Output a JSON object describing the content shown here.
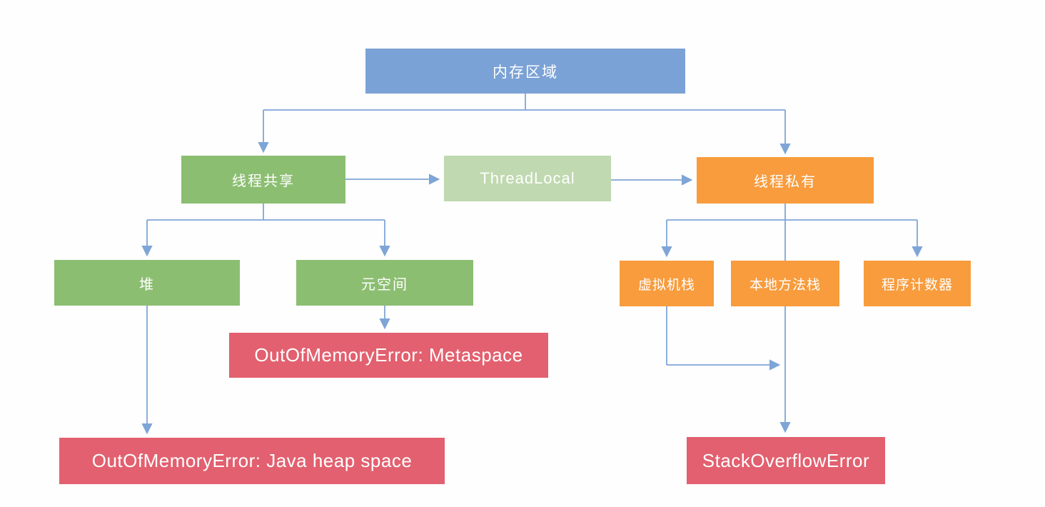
{
  "diagram": {
    "type": "flowchart",
    "connector_color": "#7fa5d7",
    "palette": {
      "blue": "#7ba2d6",
      "green": "#8cbe72",
      "light_green": "#c0d9b0",
      "orange": "#f89c3d",
      "red": "#e2606f",
      "text": "#ffffff"
    },
    "nodes": {
      "memory_region": {
        "label": "内存区域",
        "color": "#7ba2d6"
      },
      "thread_shared": {
        "label": "线程共享",
        "color": "#8cbe72"
      },
      "thread_local": {
        "label": "ThreadLocal",
        "color": "#c0d9b0"
      },
      "thread_private": {
        "label": "线程私有",
        "color": "#f89c3d"
      },
      "heap": {
        "label": "堆",
        "color": "#8cbe72"
      },
      "metaspace": {
        "label": "元空间",
        "color": "#8cbe72"
      },
      "vm_stack": {
        "label": "虚拟机栈",
        "color": "#f89c3d"
      },
      "native_method_stack": {
        "label": "本地方法栈",
        "color": "#f89c3d"
      },
      "program_counter": {
        "label": "程序计数器",
        "color": "#f89c3d"
      },
      "oom_metaspace": {
        "label": "OutOfMemoryError: Metaspace",
        "color": "#e2606f"
      },
      "oom_heap": {
        "label": "OutOfMemoryError: Java heap space",
        "color": "#e2606f"
      },
      "stack_overflow": {
        "label": "StackOverflowError",
        "color": "#e2606f"
      }
    },
    "edges_description": [
      "memory_region -> thread_shared",
      "memory_region -> thread_private",
      "thread_shared -> thread_local",
      "thread_local -> thread_private",
      "thread_shared -> heap",
      "thread_shared -> metaspace",
      "metaspace -> oom_metaspace",
      "heap -> oom_heap",
      "thread_private -> vm_stack",
      "thread_private -> native_method_stack",
      "thread_private -> program_counter",
      "vm_stack -> stack_overflow",
      "native_method_stack -> stack_overflow"
    ]
  }
}
